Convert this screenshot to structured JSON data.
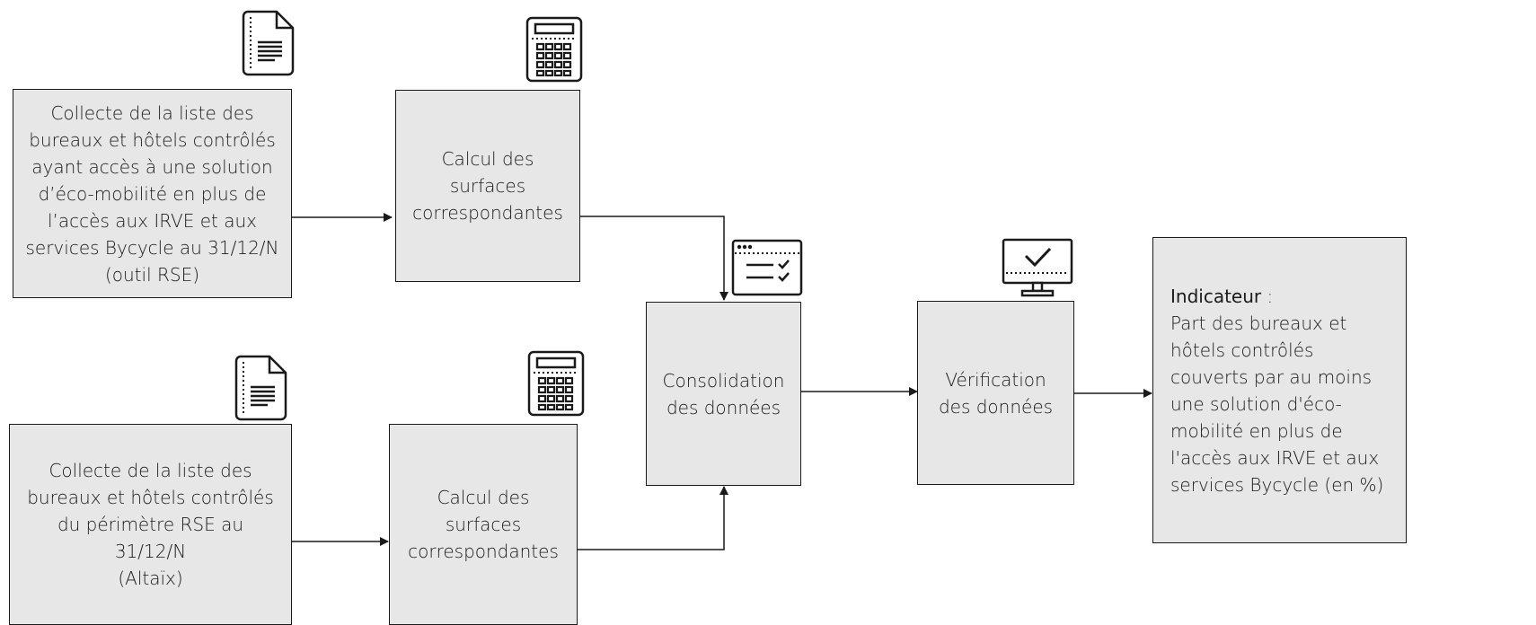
{
  "nodes": {
    "collect_top": "Collecte de la liste des\nbureaux et hôtels contrôlés\nayant accès à une solution\nd’éco-mobilité en plus de\nl’accès aux IRVE et aux\nservices Bycycle au 31/12/N\n(outil RSE)",
    "calc_top": "Calcul des\nsurfaces\ncorrespondantes",
    "collect_bottom": "Collecte de la liste des\nbureaux et hôtels contrôlés\ndu périmètre RSE au\n31/12/N\n(Altaïx)",
    "calc_bottom": "Calcul des\nsurfaces\ncorrespondantes",
    "consolidation": "Consolidation\ndes données",
    "verification": "Vérification\ndes données",
    "indicator_label": "Indicateur",
    "indicator_colon": " :",
    "indicator_text": "Part des bureaux et\nhôtels contrôlés\ncouverts par au moins\nune solution d'éco-\nmobilité en plus de\nl'accès aux IRVE et aux\nservices Bycycle (en %)"
  },
  "icons": {
    "document": "document-icon",
    "calculator": "calculator-icon",
    "checklist_window": "checklist-window-icon",
    "monitor_check": "monitor-check-icon"
  },
  "colors": {
    "box_fill": "#e7e7e7",
    "stroke": "#1a1a1a"
  }
}
